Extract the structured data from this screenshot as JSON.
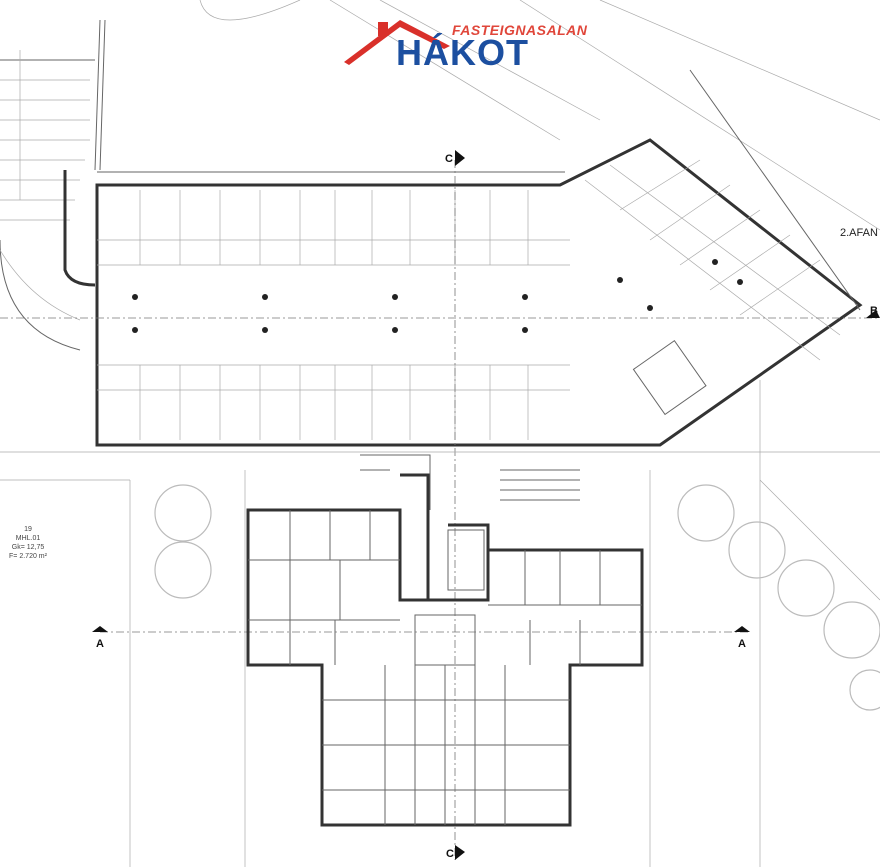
{
  "logo": {
    "subtitle": "FASTEIGNASALAN",
    "name": "HÁKOT",
    "color_roof": "#d9302a",
    "color_name": "#1c4fa0"
  },
  "plan": {
    "section_c": "C",
    "section_b": "B",
    "section_a_left": "A",
    "section_a_right": "A",
    "section_c_bottom": "C",
    "zone_label": "2.AFAN"
  },
  "site_note": {
    "number": "19",
    "code": "MHL.01",
    "gk": "Gk= 12,75",
    "area": "F= 2.720 m²"
  }
}
